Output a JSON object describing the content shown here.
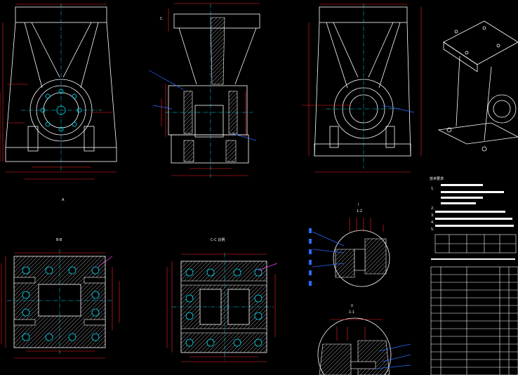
{
  "views": {
    "front_left": {
      "section_mark": "A"
    },
    "side_center": {
      "section_mark": "C"
    },
    "bottom_left": {
      "title": "B-B"
    },
    "bottom_center": {
      "title": "C-C 比例"
    },
    "detail_i": {
      "title": "I",
      "scale": "1:2"
    },
    "detail_ii": {
      "title": "II",
      "scale": "1:1"
    }
  },
  "notes": {
    "heading": "技术要求",
    "items": [
      "1.",
      "2.",
      "3.",
      "4.",
      "5."
    ]
  },
  "colors": {
    "background": "#000000",
    "outline": "#ffffff",
    "dimension": "#ff2020",
    "centerline": "#00e5ff",
    "leader": "#2a6bff",
    "hatch": "#ffffff",
    "annotation": "#ff40ff"
  }
}
